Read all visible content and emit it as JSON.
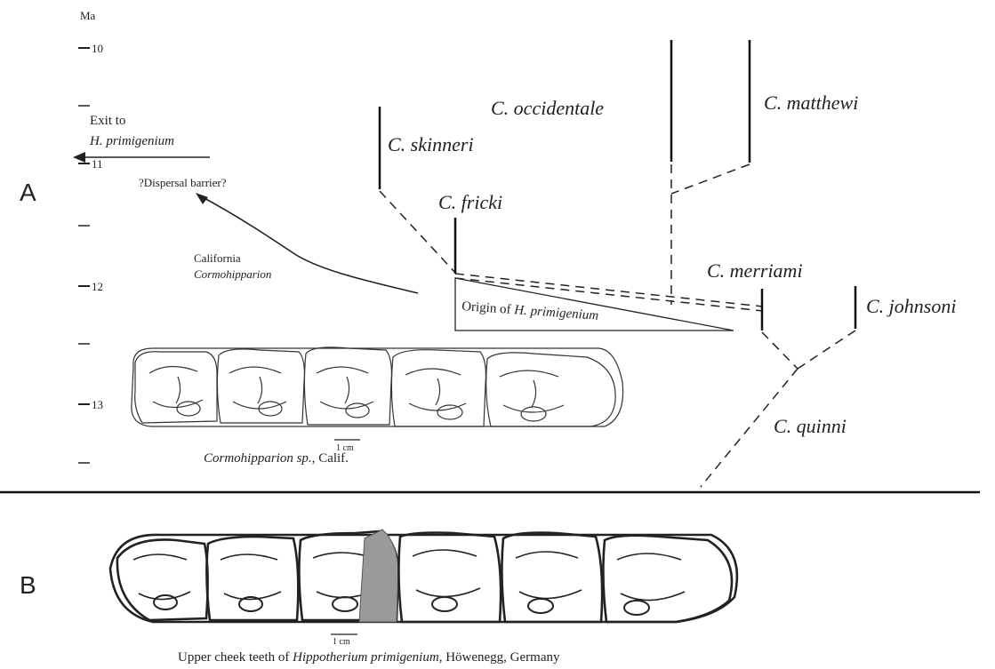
{
  "panels": {
    "a": "A",
    "b": "B"
  },
  "time_axis": {
    "unit": "Ma",
    "ticks": [
      "10",
      "11",
      "12",
      "13"
    ]
  },
  "taxa": {
    "occidentale": "C. occidentale",
    "matthewi": "C. matthewi",
    "skinneri": "C. skinneri",
    "fricki": "C. fricki",
    "merriami": "C. merriami",
    "johnsoni": "C. johnsoni",
    "quinni": "C. quinni"
  },
  "annotations": {
    "exit_line1": "Exit to",
    "exit_line2": "H. primigenium",
    "barrier": "?Dispersal barrier?",
    "california_line1": "California",
    "california_line2": "Cormohipparion",
    "origin_prefix": "Origin of ",
    "origin_taxon": "H. primigenium"
  },
  "panel_a_caption": {
    "taxon": "Cormohipparion sp.",
    "rest": ", Calif."
  },
  "panel_b_caption": {
    "prefix": "Upper cheek teeth of ",
    "taxon": "Hippotherium primigenium",
    "rest": ", Höwenegg, Germany"
  },
  "scale_bar_label": "1 cm"
}
